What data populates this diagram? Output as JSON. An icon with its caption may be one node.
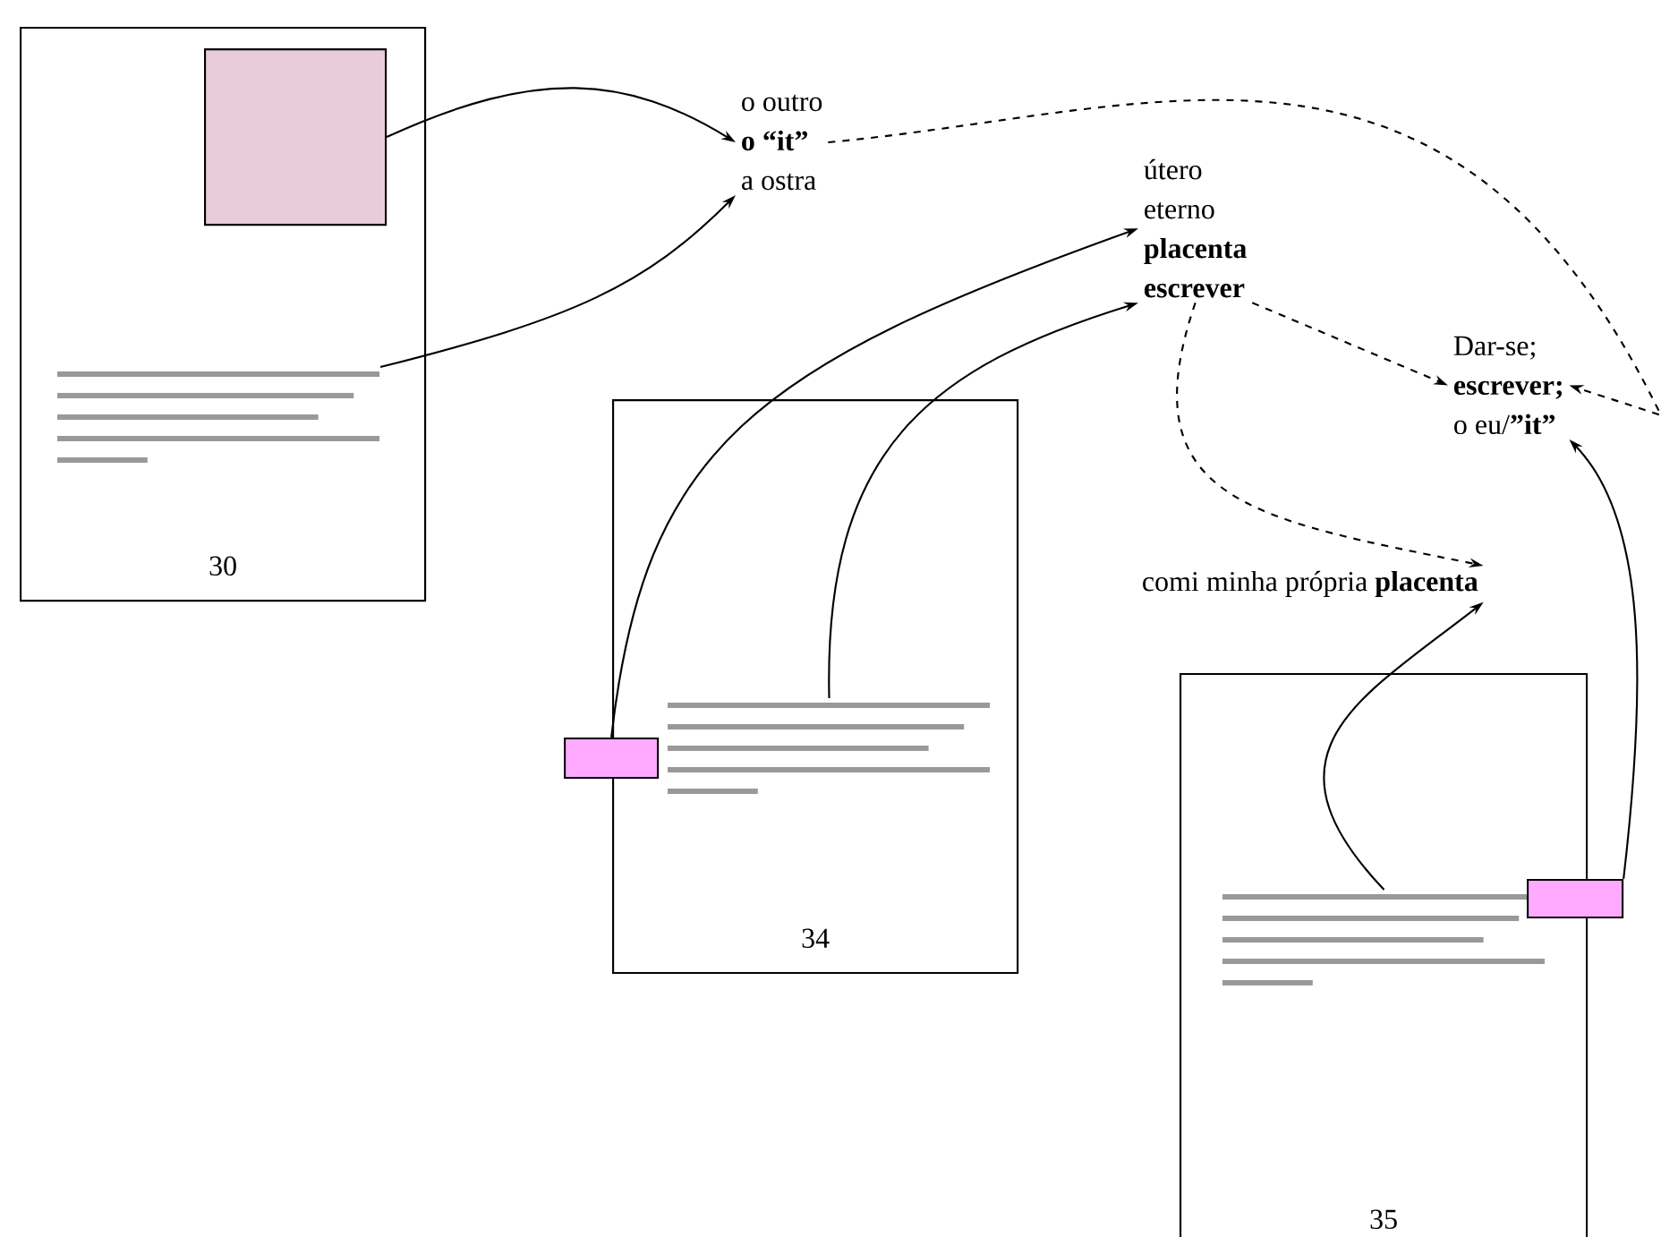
{
  "diagram": {
    "nodes": [
      {
        "text": [
          "30"
        ]
      },
      {
        "text": [],
        "shape": "box",
        "in": 0
      },
      {
        "text": [],
        "shape": "lines",
        "in": 0
      },
      {
        "text": [
          "o outro",
          "**o “it”**",
          "a ostra"
        ]
      },
      {
        "text": [
          "útero",
          "eterno",
          "**placenta**",
          "**escrever**"
        ]
      },
      {
        "text": [
          "Dar-se;",
          "**escrever;**",
          "o eu/**”it”**"
        ]
      },
      {
        "text": [
          "34"
        ]
      },
      {
        "text": [],
        "shape": "box"
      },
      {
        "text": [],
        "shape": "lines",
        "in": 6
      },
      {
        "text": [
          "comi minha própria **placenta**"
        ]
      },
      {
        "text": [
          "35"
        ]
      },
      {
        "text": [],
        "shape": "lines",
        "in": 10
      },
      {
        "text": [],
        "shape": "box"
      }
    ],
    "edges": [
      {
        "from": 1,
        "to": 3,
        "arrow": "to"
      },
      {
        "from": 2,
        "to": 3,
        "arrow": "to"
      },
      {
        "from": 3,
        "to": 5,
        "arrow": "to",
        "style": "dashed"
      },
      {
        "from": 7,
        "to": 4,
        "arrow": "to"
      },
      {
        "from": 8,
        "to": 4,
        "arrow": "to"
      },
      {
        "from": 4,
        "to": 5,
        "arrow": "to",
        "style": "dashed"
      },
      {
        "from": 4,
        "to": 9,
        "arrow": "to",
        "style": "dashed"
      },
      {
        "from": 11,
        "to": 9,
        "arrow": "to"
      },
      {
        "from": 12,
        "to": 5,
        "arrow": "to"
      }
    ]
  }
}
